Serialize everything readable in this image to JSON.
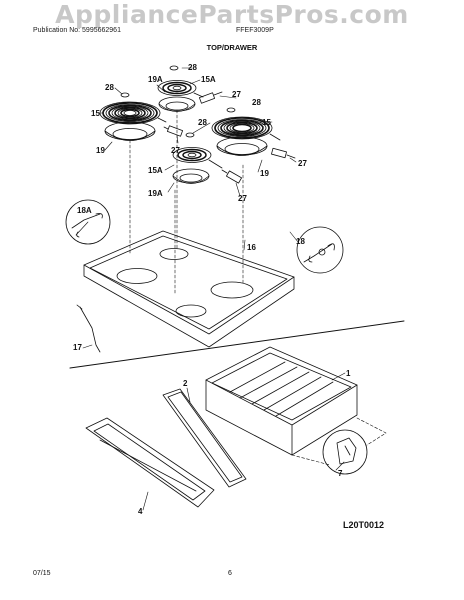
{
  "watermark": "AppliancePartsPros.com",
  "header": {
    "publication": "Publication No: 5995662961",
    "model": "FFEF3009P",
    "section_title": "TOP/DRAWER"
  },
  "callouts": {
    "c28_top": "28",
    "c15A_top": "15A",
    "c19A_top": "19A",
    "c28_left": "28",
    "c27_top": "27",
    "c28_right": "28",
    "c15_left": "15",
    "c15_right": "15",
    "c28_mid": "28",
    "c19_left": "19",
    "c27_left": "27",
    "c15A_mid": "15A",
    "c27_right": "27",
    "c19_right": "19",
    "c19A_mid": "19A",
    "c27_bottom": "27",
    "c18A": "18A",
    "c16": "16",
    "c18": "18",
    "c17": "17",
    "c1": "1",
    "c2": "2",
    "c7": "7",
    "c4": "4"
  },
  "diagram_code": "L20T0012",
  "footer": {
    "date": "07/15",
    "page": "6"
  }
}
